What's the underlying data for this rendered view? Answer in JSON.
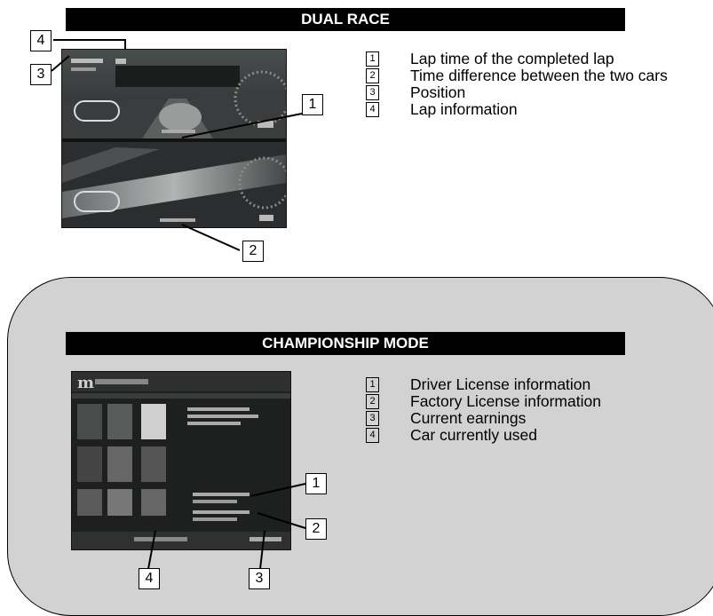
{
  "dual_race": {
    "title": "DUAL RACE",
    "callouts": [
      "1",
      "2",
      "3",
      "4"
    ],
    "legend": [
      {
        "num": "1",
        "text": "Lap time of the completed lap"
      },
      {
        "num": "2",
        "text": "Time difference between the two cars"
      },
      {
        "num": "3",
        "text": "Position"
      },
      {
        "num": "4",
        "text": "Lap information"
      }
    ]
  },
  "championship": {
    "title": "CHAMPIONSHIP MODE",
    "callouts": [
      "1",
      "2",
      "4",
      "3"
    ],
    "legend": [
      {
        "num": "1",
        "text": "Driver License information"
      },
      {
        "num": "2",
        "text": "Factory License information"
      },
      {
        "num": "3",
        "text": "Current earnings"
      },
      {
        "num": "4",
        "text": "Car currently used"
      }
    ]
  }
}
